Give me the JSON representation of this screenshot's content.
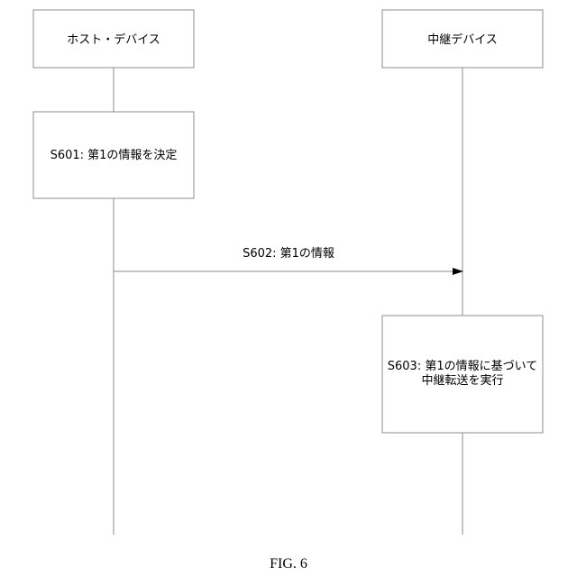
{
  "participants": {
    "host": "ホスト・デバイス",
    "relay": "中継デバイス"
  },
  "steps": {
    "s601": "S601: 第1の情報を決定",
    "s602": "S602: 第1の情報",
    "s603_line1": "S603: 第1の情報に基づいて",
    "s603_line2": "中継転送を実行"
  },
  "caption": "FIG. 6"
}
